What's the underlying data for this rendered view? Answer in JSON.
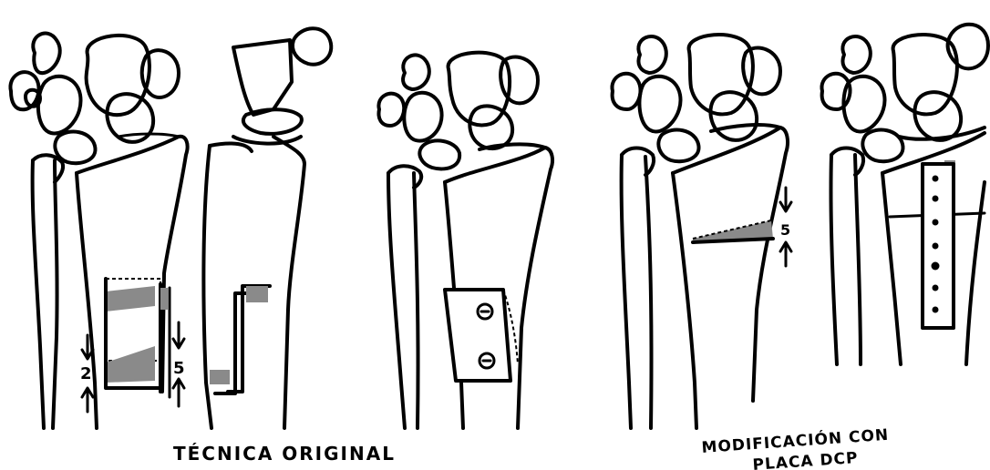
{
  "captions": {
    "left": "TÉCNICA ORIGINAL",
    "right_line1": "MODIFICACIÓN CON",
    "right_line2": "PLACA DCP"
  },
  "measurements": {
    "fig1_down_arrow_label": "2",
    "fig1_right_label": "5",
    "fig4_label": "5"
  },
  "colors": {
    "ink": "#000000",
    "shade": "#8a8a8a",
    "background": "#ffffff"
  }
}
